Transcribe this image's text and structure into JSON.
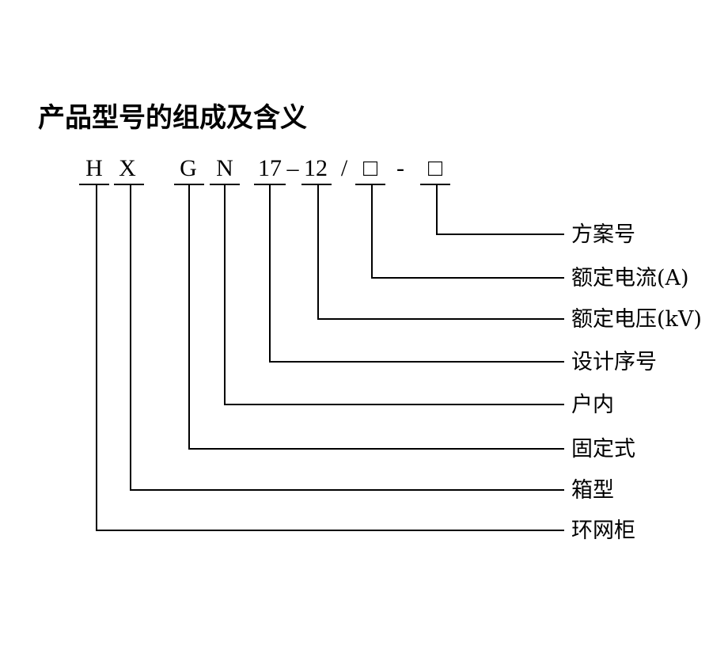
{
  "title": "产品型号的组成及含义",
  "code": {
    "parts": [
      "H",
      "X",
      "G",
      "N",
      "17",
      "–",
      "12",
      "/",
      "□",
      "-",
      "□"
    ]
  },
  "meanings": [
    "方案号",
    "额定电流(A)",
    "额定电压(kV)",
    "设计序号",
    "户内",
    "固定式",
    "箱型",
    "环网柜"
  ]
}
